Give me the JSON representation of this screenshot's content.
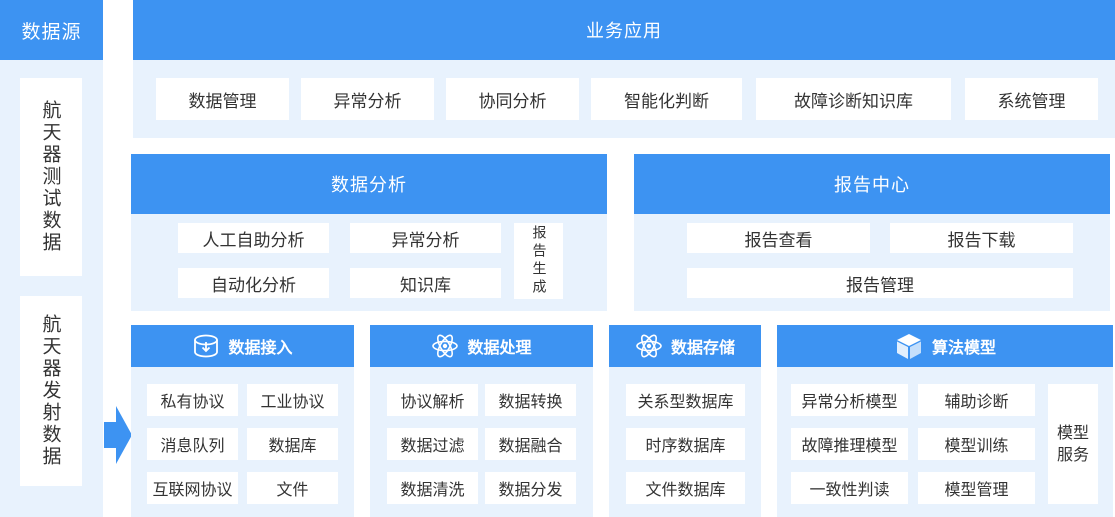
{
  "source": {
    "header": "数据源",
    "items": [
      "航天器测试数据",
      "航天器发射数据"
    ]
  },
  "business": {
    "header": "业务应用",
    "items": [
      "数据管理",
      "异常分析",
      "协同分析",
      "智能化判断",
      "故障诊断知识库",
      "系统管理"
    ]
  },
  "analysis": {
    "header": "数据分析",
    "items": [
      "人工自助分析",
      "异常分析",
      "自动化分析",
      "知识库"
    ],
    "report_gen": "报告生成"
  },
  "report_center": {
    "header": "报告中心",
    "items": [
      "报告查看",
      "报告下载",
      "报告管理"
    ]
  },
  "modules": {
    "access": {
      "header": "数据接入",
      "icon": "database-download-icon",
      "items": [
        "私有协议",
        "工业协议",
        "消息队列",
        "数据库",
        "互联网协议",
        "文件"
      ]
    },
    "processing": {
      "header": "数据处理",
      "icon": "atom-icon",
      "items": [
        "协议解析",
        "数据转换",
        "数据过滤",
        "数据融合",
        "数据清洗",
        "数据分发"
      ]
    },
    "storage": {
      "header": "数据存储",
      "icon": "atom-icon",
      "items": [
        "关系型数据库",
        "时序数据库",
        "文件数据库"
      ]
    },
    "algorithm": {
      "header": "算法模型",
      "icon": "cube-icon",
      "items": [
        "异常分析模型",
        "辅助诊断",
        "故障推理模型",
        "模型训练",
        "一致性判读",
        "模型管理"
      ],
      "service": [
        "模型",
        "服务"
      ]
    }
  },
  "colors": {
    "primary": "#3d93f2",
    "panel": "#e8f2fd",
    "text": "#333333"
  }
}
